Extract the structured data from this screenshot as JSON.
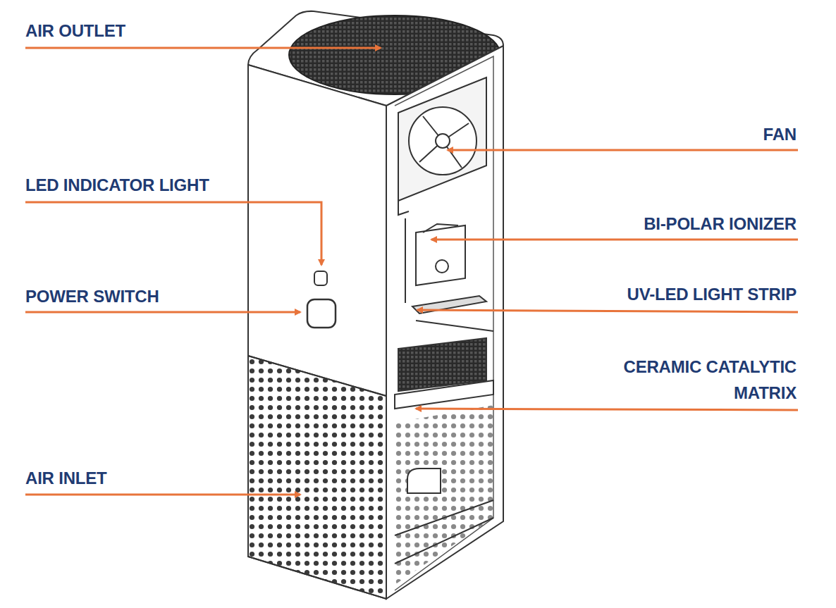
{
  "diagram": {
    "labels": [
      "AIR OUTLET",
      "FAN",
      "LED INDICATOR LIGHT",
      "BI-POLAR IONIZER",
      "POWER SWITCH",
      "UV-LED LIGHT STRIP",
      "CERAMIC CATALYTIC MATRIX",
      "AIR INLET"
    ]
  }
}
